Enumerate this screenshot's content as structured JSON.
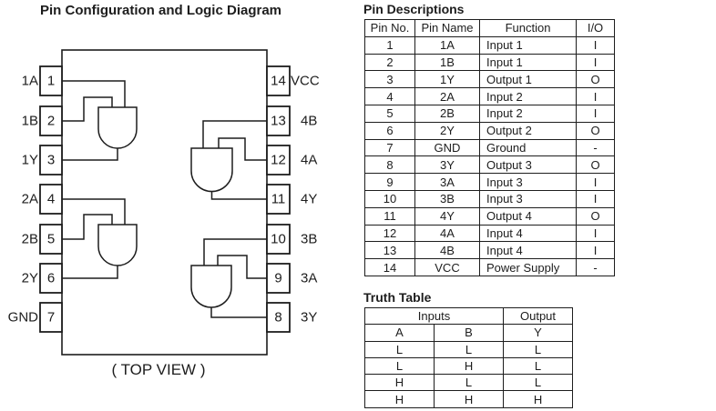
{
  "colors": {
    "ink": "#1d1d1d",
    "background": "#ffffff"
  },
  "diagram": {
    "title": "Pin Configuration and Logic Diagram",
    "caption": "( TOP VIEW )",
    "left_pins": [
      {
        "num": "1",
        "name": "1A"
      },
      {
        "num": "2",
        "name": "1B"
      },
      {
        "num": "3",
        "name": "1Y"
      },
      {
        "num": "4",
        "name": "2A"
      },
      {
        "num": "5",
        "name": "2B"
      },
      {
        "num": "6",
        "name": "2Y"
      },
      {
        "num": "7",
        "name": "GND"
      }
    ],
    "right_pins": [
      {
        "num": "14",
        "name": "VCC"
      },
      {
        "num": "13",
        "name": "4B"
      },
      {
        "num": "12",
        "name": "4A"
      },
      {
        "num": "11",
        "name": "4Y"
      },
      {
        "num": "10",
        "name": "3B"
      },
      {
        "num": "9",
        "name": "3A"
      },
      {
        "num": "8",
        "name": "3Y"
      }
    ]
  },
  "pin_descriptions": {
    "title": "Pin Descriptions",
    "headers": [
      "Pin No.",
      "Pin Name",
      "Function",
      "I/O"
    ],
    "rows": [
      [
        "1",
        "1A",
        "Input 1",
        "I"
      ],
      [
        "2",
        "1B",
        "Input 1",
        "I"
      ],
      [
        "3",
        "1Y",
        "Output 1",
        "O"
      ],
      [
        "4",
        "2A",
        "Input 2",
        "I"
      ],
      [
        "5",
        "2B",
        "Input 2",
        "I"
      ],
      [
        "6",
        "2Y",
        "Output 2",
        "O"
      ],
      [
        "7",
        "GND",
        "Ground",
        "-"
      ],
      [
        "8",
        "3Y",
        "Output 3",
        "O"
      ],
      [
        "9",
        "3A",
        "Input 3",
        "I"
      ],
      [
        "10",
        "3B",
        "Input 3",
        "I"
      ],
      [
        "11",
        "4Y",
        "Output 4",
        "O"
      ],
      [
        "12",
        "4A",
        "Input 4",
        "I"
      ],
      [
        "13",
        "4B",
        "Input 4",
        "I"
      ],
      [
        "14",
        "VCC",
        "Power Supply",
        "-"
      ]
    ]
  },
  "truth_table": {
    "title": "Truth Table",
    "group_headers": [
      "Inputs",
      "Output"
    ],
    "headers": [
      "A",
      "B",
      "Y"
    ],
    "rows": [
      [
        "L",
        "L",
        "L"
      ],
      [
        "L",
        "H",
        "L"
      ],
      [
        "H",
        "L",
        "L"
      ],
      [
        "H",
        "H",
        "H"
      ]
    ]
  }
}
